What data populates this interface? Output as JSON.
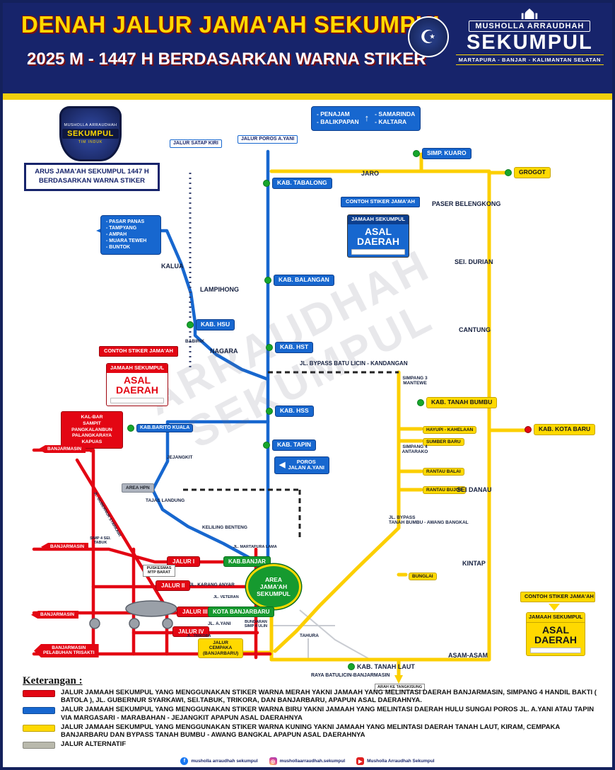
{
  "header": {
    "title": "DENAH JALUR JAMA'AH SEKUMPUL",
    "subtitle": "2025 M - 1447 H BERDASARKAN WARNA STIKER",
    "org_name": "MUSHOLLA ARRAUDHAH",
    "org_brand": "SEKUMPUL",
    "org_location": "MARTAPURA - BANJAR - KALIMANTAN SELATAN"
  },
  "icons": {
    "emblem": "☪",
    "facebook": "f",
    "instagram": "◎",
    "youtube": "▶"
  },
  "badge": {
    "top": "MUSHOLLA ARRAUDHAH",
    "brand": "SEKUMPUL",
    "sub": "TIM INDUK"
  },
  "caption": {
    "line1": "ARUS JAMA'AH SEKUMPUL 1447 H",
    "line2": "BERDASARKAN WARNA STIKER"
  },
  "watermark": "ARRAUDHAH SEKUMPUL",
  "stickers": {
    "title": "CONTOH STIKER JAMA'AH",
    "header": "JAMAAH SEKUMPUL",
    "body_line1": "ASAL",
    "body_line2": "DAERAH"
  },
  "boxes": {
    "penajam": {
      "col1": [
        "- PENAJAM",
        "- BALIKPAPAN"
      ],
      "arrow": "↑",
      "col2": [
        "- SAMARINDA",
        "- KALTARA"
      ]
    },
    "west": {
      "lines": [
        "- PASAR PANAS",
        "- TAMPYANG",
        "- AMPAH",
        "- MUARA TEWEH",
        "- BUNTOK"
      ]
    },
    "kalbar": {
      "lines": [
        "KAL-BAR",
        "SAMPIT",
        "PANGKALANBUN",
        "PALANGKARAYA",
        "KAPUAS"
      ]
    },
    "poros": {
      "arrow": "◀",
      "line1": "POROS",
      "line2": "JALAN A.YANI"
    },
    "area": {
      "line1": "AREA",
      "line2": "JAMA'AH",
      "line3": "SEKUMPUL"
    },
    "cempaka": {
      "line1": "JALUR",
      "line2": "CEMPAKA",
      "line3": "(BANJARBARU)"
    },
    "trisakti": {
      "line1": "BANJARMASIN",
      "line2": "PELABUHAN TRISAKTI"
    }
  },
  "labels": {
    "jalur_satap_kiri": "JALUR SATAP KIRI",
    "jalur_poros_ayani": "JALUR POROS A.YANI",
    "simp_kuaro": "SIMP. KUARO",
    "grogot": "GROGOT",
    "jaro": "JARO",
    "kab_tabalong": "KAB. TABALONG",
    "paser_belengkong": "PASER BELENGKONG",
    "sei_durian": "SEI. DURIAN",
    "kalua": "KALUA",
    "lampihong": "LAMPIHONG",
    "kab_balangan": "KAB. BALANGAN",
    "kab_hsu": "KAB. HSU",
    "babirik": "BABIRIK",
    "nagara": "NAGARA",
    "kab_hst": "KAB. HST",
    "cantung": "CANTUNG",
    "bypass_batulicin": "JL. BYPASS BATU LICIN - KANDANGAN",
    "simpang3_mantewe": "SIMPANG 3 MANTEWE",
    "kab_hss": "KAB. HSS",
    "kab_tanah_bumbu": "KAB. TANAH BUMBU",
    "hayupi_kahelaan": "HAYUPI - KAHELAAN",
    "sumber_baru": "SUMBER BARU",
    "kab_kota_baru": "KAB. KOTA BARU",
    "kab_barito_kuala": "KAB.BARITO KUALA",
    "kab_tapin": "KAB. TAPIN",
    "simpang4_antarako": "SIMPANG 4 ANTARAKO",
    "rantau_balai": "RANTAU BALAI",
    "rantau_bujur": "RANTAU BUJUR",
    "sei_danau": "SEI DANAU",
    "banjarmasin": "BANJARMASIN",
    "area_hpn": "AREA HPN",
    "jejangkit": "JEJANGKIT",
    "bypass_tb_1": "JL. BYPASS",
    "bypass_tb_2": "TANAH BUMBU - AWANG BANGKAL",
    "tajas_landung": "TAJAS LANDUNG",
    "keliling_benteng": "KELILING BENTENG",
    "simp4_sei_tabuk": "SIMP 4 SEI. TABUK",
    "kintap": "KINTAP",
    "bunglai": "BUNGLAI",
    "jalur_i": "JALUR I",
    "jalur_ii": "JALUR II",
    "jalur_iii": "JALUR III",
    "jalur_iv": "JALUR IV",
    "kab_banjar": "KAB.BANJAR",
    "kota_banjarbaru": "KOTA BANJARBARU",
    "jl_karang_anyar": "JL. KARANG ANYAR",
    "jl_martapura_lama": "JL. MARTAPURA LAMA",
    "jl_veteran": "JL. VETERAN",
    "jl_ayani": "JL. A.YANI",
    "jl_trikora": "JL. TRIKORA",
    "bundaran_ulin": "BUNDARAN SIMP 4 ULIN",
    "tahura": "TAHURA",
    "kab_tanah_laut": "KAB. TANAH LAUT",
    "asam_asam": "ASAM-ASAM",
    "raya_batulicin": "RAYA BATULICIN-BANJARMASIN",
    "arah_tangkisung": "ARAH KE TANGKISUNG",
    "gubernur_syarkawi": "JL. GUBERNUR SYARKAWI",
    "puskesmas": "PUSKESMAS MTP BARAT"
  },
  "legend": {
    "heading": "Keterangan :",
    "items": [
      {
        "color": "#e30613",
        "text": "JALUR JAMAAH SEKUMPUL YANG MENGGUNAKAN STIKER WARNA MERAH YAKNI JAMAAH YANG MELINTASI DAERAH BANJARMASIN, SIMPANG 4 HANDIL BAKTI ( BATOLA ), JL. GUBERNUR SYARKAWI, SEI.TABUK, TRIKORA, DAN BANJARBARU,  APAPUN ASAL DAERAHNYA."
      },
      {
        "color": "#1767cf",
        "text": "JALUR JAMAAH SEKUMPUL YANG MENGGUNAKAN STIKER WARNA BIRU YAKNI JAMAAH YANG MELINTASI DAERAH HULU SUNGAI POROS JL. A.YANI ATAU TAPIN VIA MARGASARI - MARABAHAN - JEJANGKIT APAPUN ASAL DAERAHNYA"
      },
      {
        "color": "#ffd900",
        "text": "JALUR JAMAAH SEKUMPUL YANG MENGGUNAKAN STIKER WARNA KUNING YAKNI JAMAAH YANG MELINTASI DAERAH TANAH LAUT, KIRAM, CEMPAKA BANJARBARU DAN BYPASS TANAH BUMBU - AWANG BANGKAL APAPUN ASAL DAERAHNYA"
      },
      {
        "color": "#b9b9ac",
        "text": "JALUR ALTERNATIF"
      }
    ]
  },
  "footer": {
    "handles": [
      {
        "text": "musholla arraudhah sekumpul"
      },
      {
        "text": "mushollaarraudhah.sekumpul"
      },
      {
        "text": "Musholla Arraudhah Sekumpul"
      }
    ]
  }
}
